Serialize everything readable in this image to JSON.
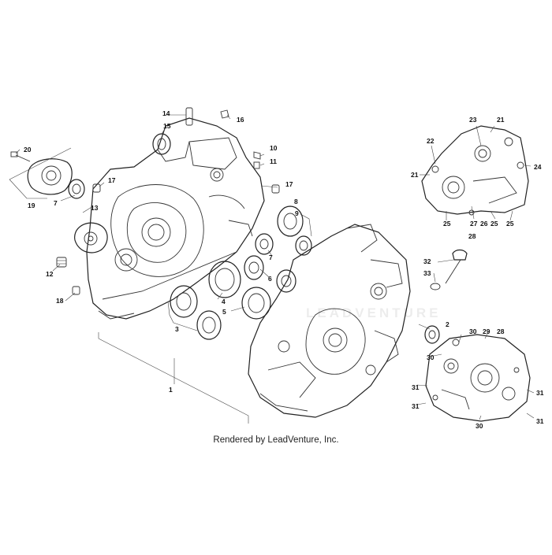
{
  "credit": "Rendered by LeadVenture, Inc.",
  "watermark": "LEADVENTURE",
  "callouts": [
    "1",
    "2",
    "3",
    "4",
    "5",
    "6",
    "7",
    "7",
    "8",
    "9",
    "10",
    "11",
    "12",
    "13",
    "14",
    "15",
    "16",
    "17",
    "17",
    "18",
    "19",
    "20",
    "21",
    "21",
    "22",
    "23",
    "24",
    "25",
    "25",
    "25",
    "26",
    "27",
    "28",
    "28",
    "29",
    "30",
    "30",
    "30",
    "31",
    "31",
    "31",
    "31",
    "32",
    "33"
  ]
}
